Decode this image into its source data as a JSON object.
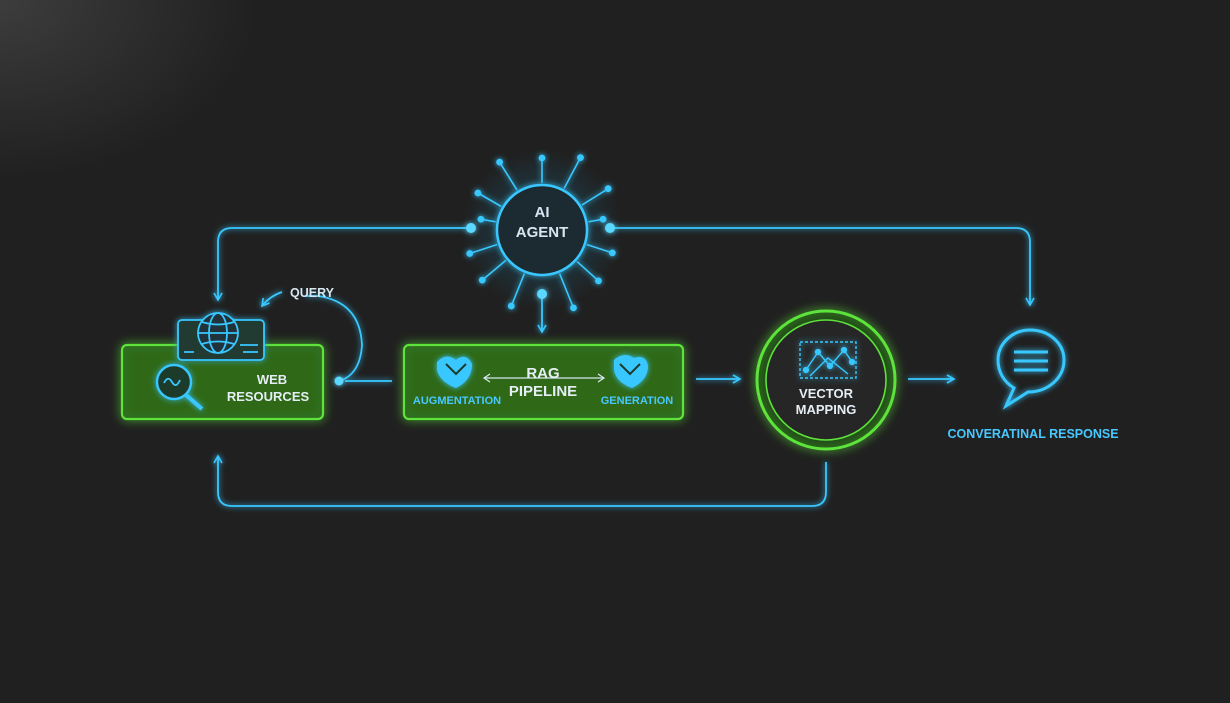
{
  "colors": {
    "background": "#202020",
    "cyan": "#38c8ff",
    "green": "#5de33a",
    "green_fill": "#2f7a16",
    "label_text": "#d8e6f2"
  },
  "agent": {
    "line1": "AI",
    "line2": "AGENT"
  },
  "query_label": "QUERY",
  "web_resources": {
    "line1": "WEB",
    "line2": "RESOURCES",
    "icons": [
      "globe-icon",
      "magnifier-icon"
    ]
  },
  "rag_pipeline": {
    "line1": "RAG",
    "line2": "PIPELINE",
    "left_label": "AUGMENTATION",
    "right_label": "GENERATION",
    "icons": [
      "brain-icon",
      "brain-icon"
    ]
  },
  "vector_mapping": {
    "line1": "VECTOR",
    "line2": "MAPPING",
    "icon": "vector-graph-icon"
  },
  "response": {
    "label": "CONVERATINAL RESPONSE",
    "icon": "chat-bubble-icon"
  }
}
